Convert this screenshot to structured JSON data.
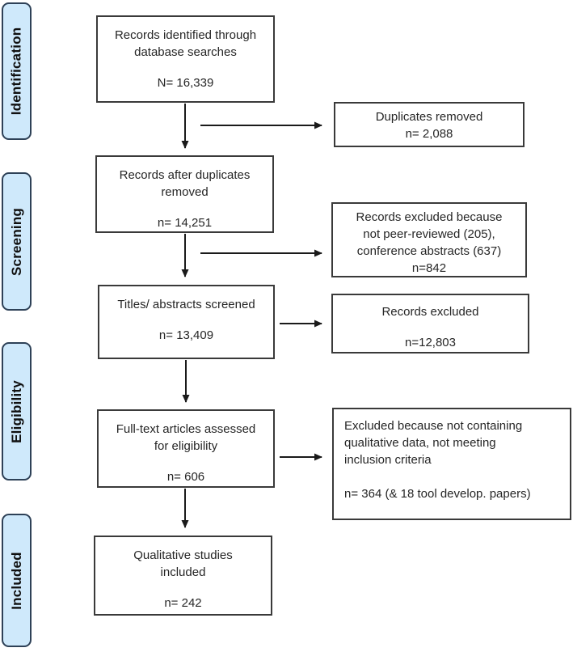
{
  "diagram": {
    "type": "prisma-flow",
    "stages": [
      {
        "label": "Identification"
      },
      {
        "label": "Screening"
      },
      {
        "label": "Eligibility"
      },
      {
        "label": "Included"
      }
    ],
    "main_boxes": [
      {
        "lines": [
          "Records identified through",
          "database searches"
        ],
        "count": "N= 16,339"
      },
      {
        "lines": [
          "Records after duplicates",
          "removed"
        ],
        "count": "n= 14,251"
      },
      {
        "lines": [
          "Titles/ abstracts screened"
        ],
        "count": "n= 13,409"
      },
      {
        "lines": [
          "Full-text articles assessed",
          "for eligibility"
        ],
        "count": "n= 606"
      },
      {
        "lines": [
          "Qualitative studies",
          "included"
        ],
        "count": "n= 242"
      }
    ],
    "side_boxes": [
      {
        "lines": [
          "Duplicates removed"
        ],
        "count": "n= 2,088"
      },
      {
        "lines": [
          "Records excluded because",
          "not peer-reviewed (205),",
          "conference abstracts (637)"
        ],
        "count": "n=842"
      },
      {
        "lines": [
          "Records excluded"
        ],
        "count": "n=12,803"
      },
      {
        "lines": [
          "Excluded because not containing",
          "qualitative data, not meeting",
          "inclusion criteria"
        ],
        "count": "n= 364 (& 18 tool develop. papers)"
      }
    ],
    "colors": {
      "stage_fill": "#cfe9fb",
      "stage_border": "#2e4157",
      "box_border": "#3a3a3a",
      "arrow": "#1a1a1a"
    }
  }
}
